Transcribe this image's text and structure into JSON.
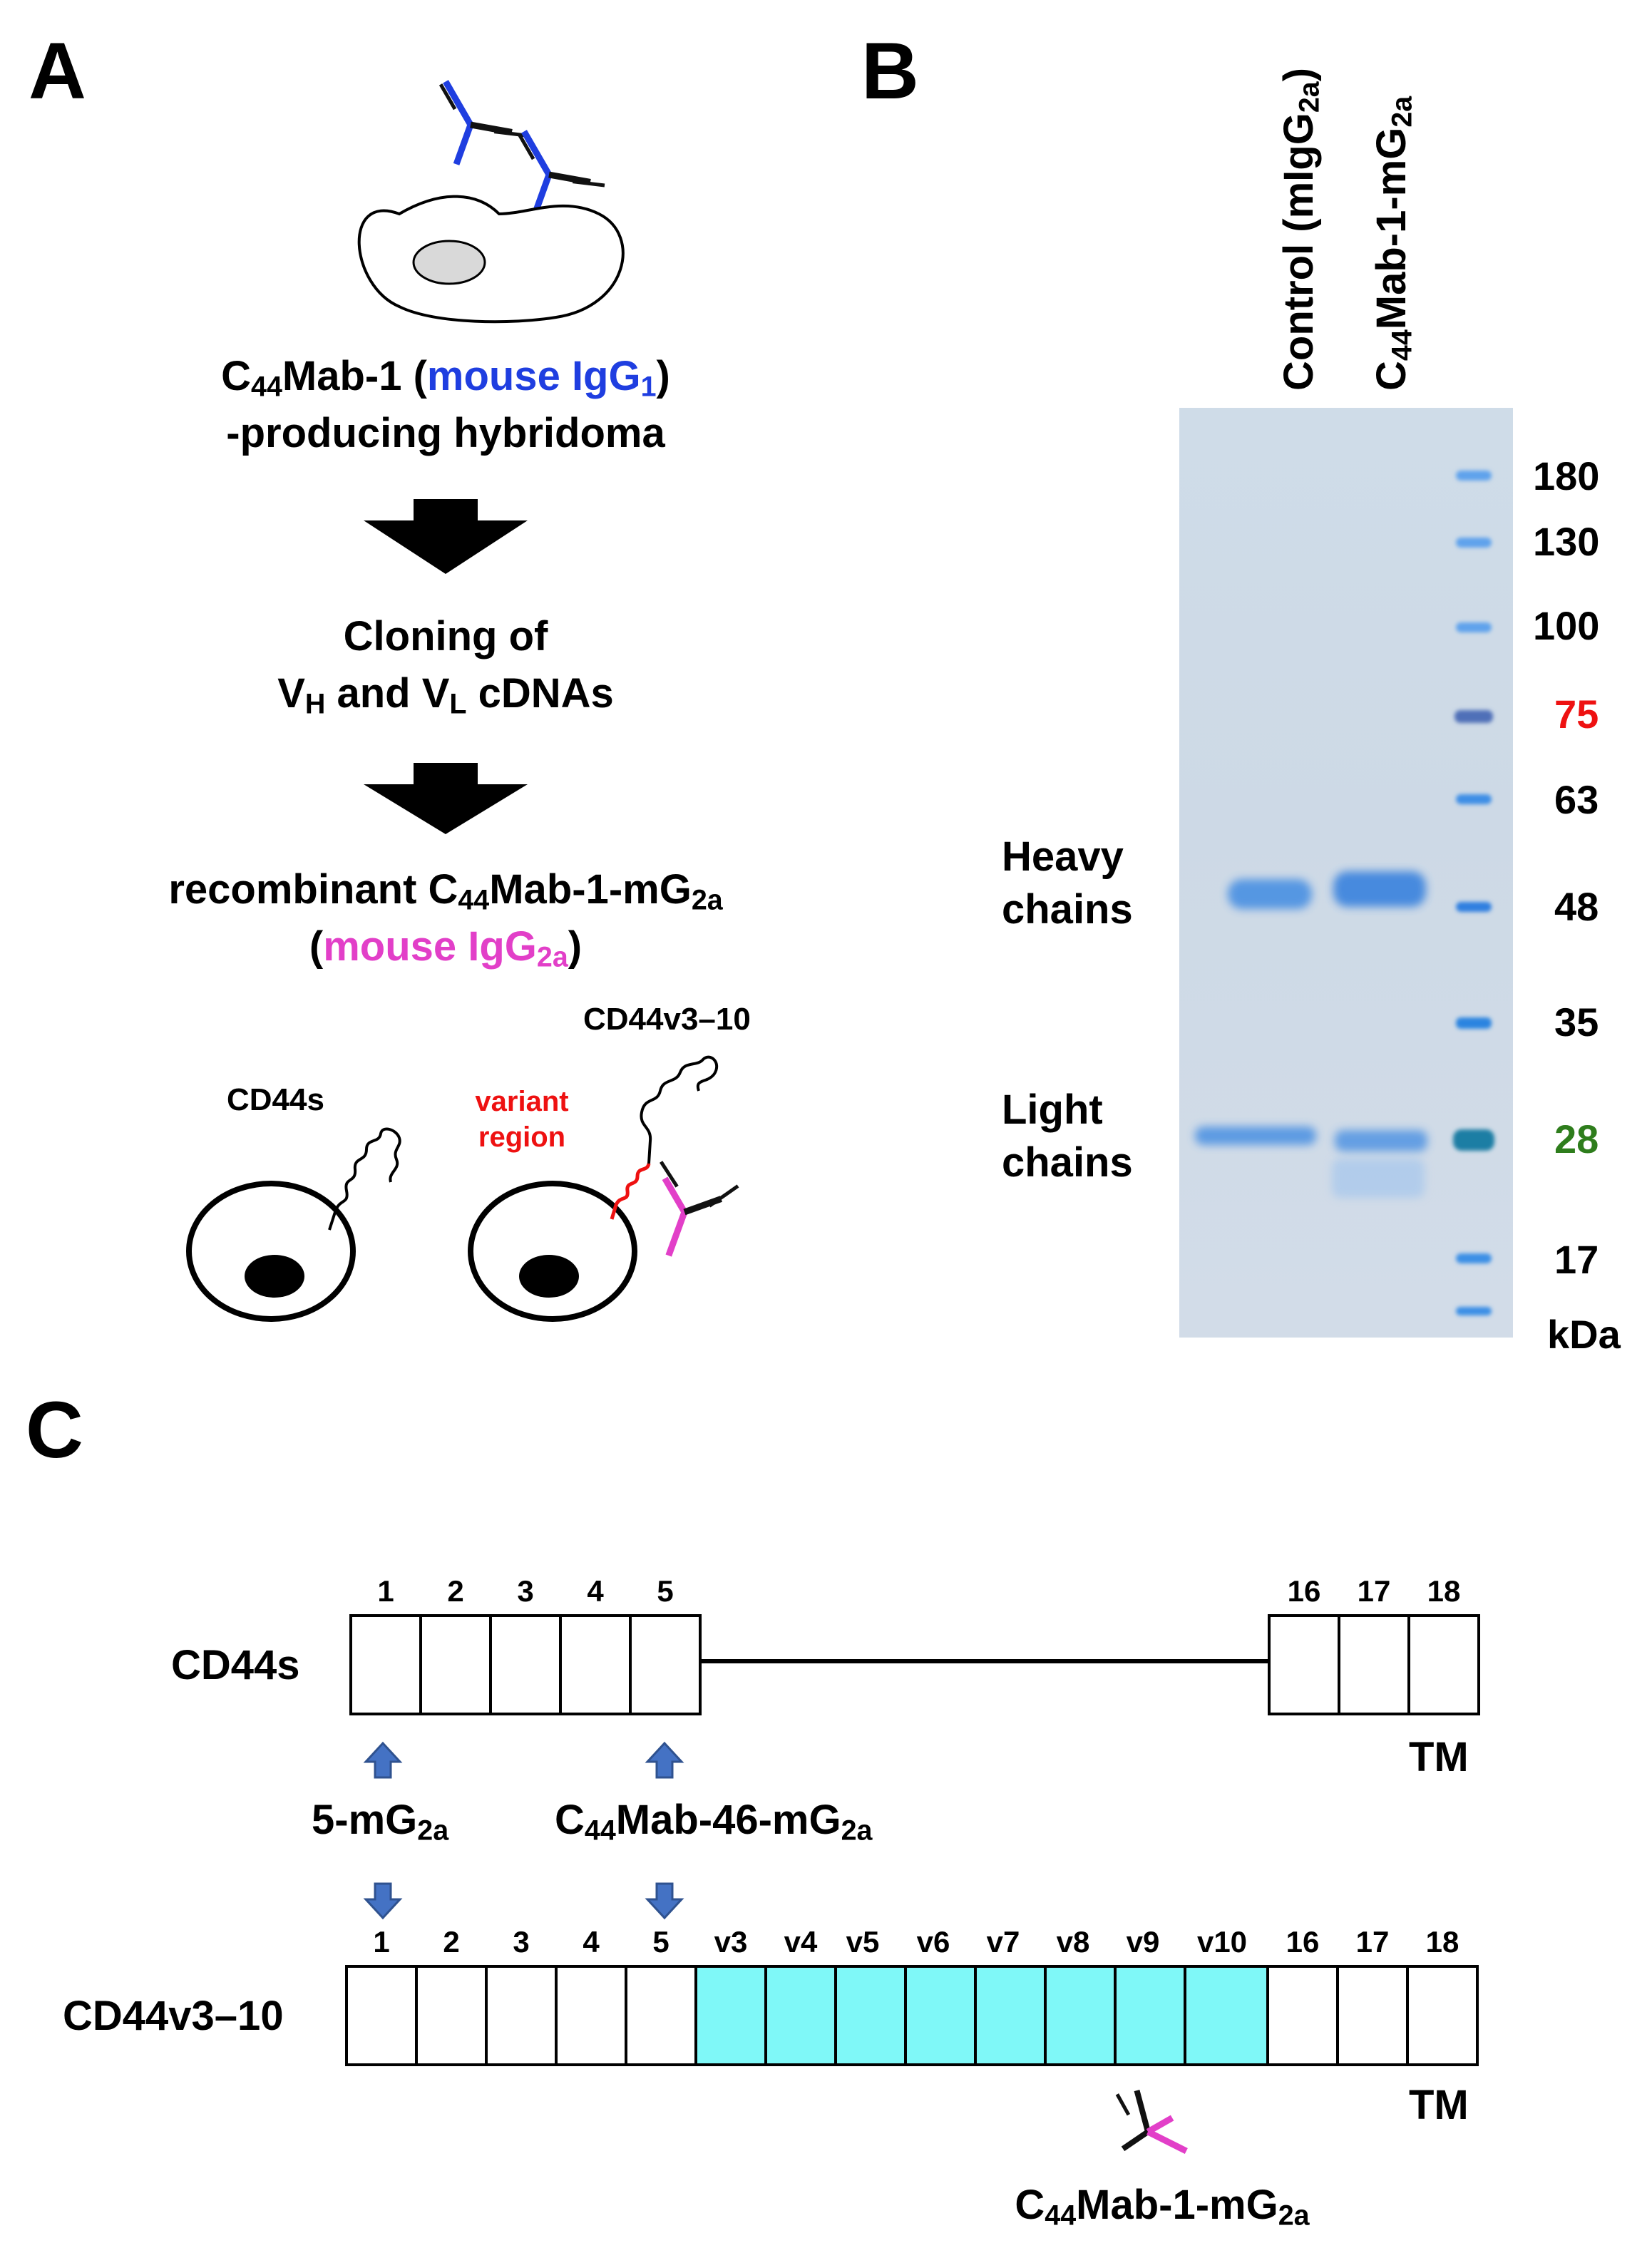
{
  "panels": {
    "a": "A",
    "b": "B",
    "c": "C"
  },
  "panel_a": {
    "hybridoma_line1_prefix": "C",
    "hybridoma_line1_sub": "44",
    "hybridoma_line1_mid": "Mab-1 (",
    "hybridoma_isotype": "mouse IgG",
    "hybridoma_isotype_sub": "1",
    "hybridoma_line1_end": ")",
    "hybridoma_line2": "-producing hybridoma",
    "cloning_line1": "Cloning of",
    "cloning_vh": "V",
    "cloning_vh_sub": "H",
    "cloning_and": " and V",
    "cloning_vl_sub": "L",
    "cloning_end": " cDNAs",
    "recomb_prefix": "recombinant C",
    "recomb_sub1": "44",
    "recomb_mid": "Mab-1-mG",
    "recomb_sub2": "2a",
    "recomb_paren_open": "(",
    "recomb_isotype": "mouse IgG",
    "recomb_isotype_sub": "2a",
    "recomb_paren_close": ")",
    "cd44s_label": "CD44s",
    "cd44v_label": "CD44v3–10",
    "variant_line1": "variant",
    "variant_line2": "region"
  },
  "panel_b": {
    "lane1_prefix": "Control (mIgG",
    "lane1_sub": "2a",
    "lane1_end": ")",
    "lane2_prefix": "C",
    "lane2_sub": "44",
    "lane2_end": "Mab-1-mG",
    "lane2_sub2": "2a",
    "heavy_line1": "Heavy",
    "heavy_line2": "chains",
    "light_line1": "Light",
    "light_line2": "chains",
    "markers": [
      "180",
      "130",
      "100",
      "75",
      "63",
      "48",
      "35",
      "28",
      "17"
    ],
    "unit": "kDa",
    "colors": {
      "marker_75": "#ee1111",
      "marker_28": "#2e7d1c",
      "band": "#4a90e2"
    }
  },
  "panel_c": {
    "cd44s_name": "CD44s",
    "cd44v_name": "CD44v3–10",
    "cd44s_exons_left": [
      "1",
      "2",
      "3",
      "4",
      "5"
    ],
    "cd44s_exons_right": [
      "16",
      "17",
      "18"
    ],
    "cd44v_exons": [
      "1",
      "2",
      "3",
      "4",
      "5",
      "v3",
      "v4",
      "v5",
      "v6",
      "v7",
      "v8",
      "v9",
      "v10",
      "16",
      "17",
      "18"
    ],
    "tm": "TM",
    "ab_5_prefix": "5-mG",
    "ab_5_sub": "2a",
    "ab_46_prefix": "C",
    "ab_46_sub": "44",
    "ab_46_mid": "Mab-46-mG",
    "ab_46_sub2": "2a",
    "ab_1_prefix": "C",
    "ab_1_sub": "44",
    "ab_1_mid": "Mab-1-mG",
    "ab_1_sub2": "2a",
    "colors": {
      "variant_exon": "#7ff8f8",
      "arrow": "#4472c4"
    }
  }
}
